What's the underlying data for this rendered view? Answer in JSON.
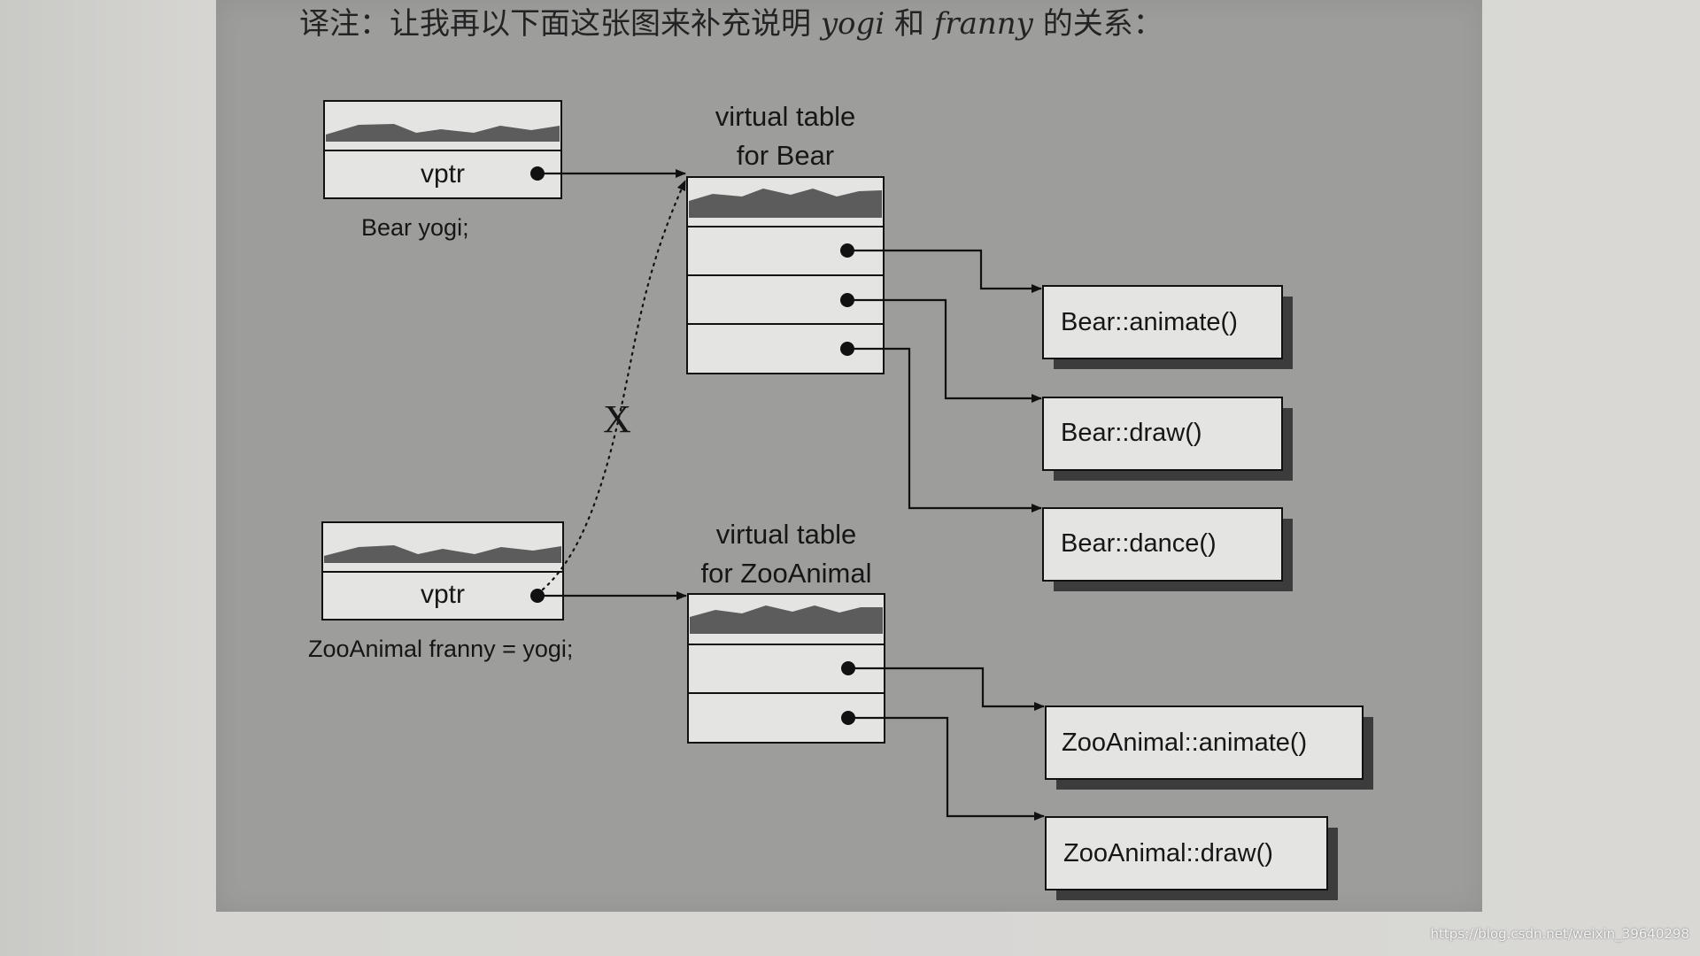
{
  "caption": {
    "prefix": "译注：让我再以下面这张图来补充说明 ",
    "var1": "yogi",
    "mid": " 和 ",
    "var2": "franny",
    "suffix": " 的关系："
  },
  "objects": {
    "yogi": {
      "field": "vptr",
      "declaration": "Bear yogi;"
    },
    "franny": {
      "field": "vptr",
      "declaration": "ZooAnimal franny = yogi;"
    }
  },
  "vtables": {
    "bear": {
      "title_line1": "virtual table",
      "title_line2": "for Bear"
    },
    "zooanimal": {
      "title_line1": "virtual table",
      "title_line2": "for ZooAnimal"
    }
  },
  "functions": {
    "bear_animate": "Bear::animate()",
    "bear_draw": "Bear::draw()",
    "bear_dance": "Bear::dance()",
    "zoo_animate": "ZooAnimal::animate()",
    "zoo_draw": "ZooAnimal::draw()"
  },
  "invalid_link_mark": "X",
  "watermark": "https://blog.csdn.net/weixin_39640298",
  "colors": {
    "panel": "#9d9d9b",
    "box_fill": "#e4e4e2",
    "shadow": "#3c3c3c",
    "line": "#111111"
  }
}
